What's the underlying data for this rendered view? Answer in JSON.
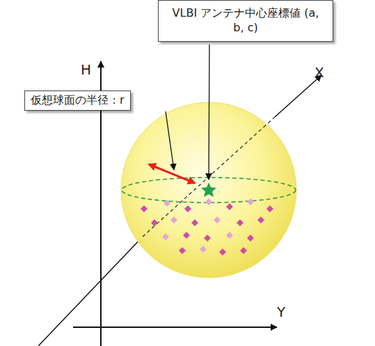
{
  "diagram": {
    "nodes": [
      {
        "text": [
          "VLBI アンテナ中心座標値 (a, b, c)"
        ]
      },
      {
        "text": [
          "仮想球面の半径：r"
        ]
      }
    ],
    "labels": [
      "H",
      "X",
      "Y"
    ]
  }
}
